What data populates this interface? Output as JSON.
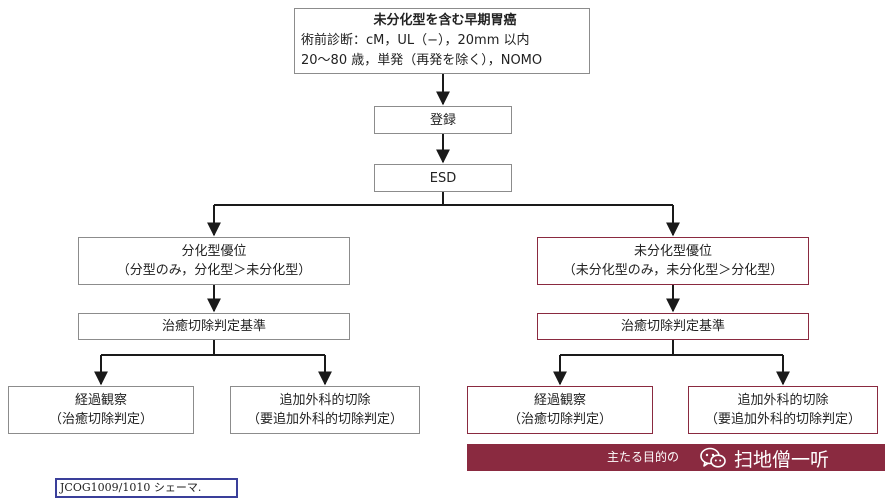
{
  "flowchart": {
    "top": {
      "title": "未分化型を含む早期胃癌",
      "line1": "術前診断：cM，UL（−），20mm 以内",
      "line2": "20〜80 歳，単発（再発を除く），NOMO"
    },
    "register": "登録",
    "esd": "ESD",
    "left_branch": {
      "title": "分化型優位",
      "subtitle": "（分型のみ，分化型＞未分化型）",
      "criteria": "治癒切除判定基準",
      "observation_title": "経過観察",
      "observation_sub": "（治癒切除判定）",
      "surgery_title": "追加外科的切除",
      "surgery_sub": "（要追加外科的切除判定）"
    },
    "right_branch": {
      "title": "未分化型優位",
      "subtitle": "（未分化型のみ，未分化型＞分化型）",
      "criteria": "治癒切除判定基準",
      "observation_title": "経過観察",
      "observation_sub": "（治癒切除判定）",
      "surgery_title": "追加外科的切除",
      "surgery_sub": "（要追加外科的切除判定）"
    }
  },
  "purpose_banner": {
    "text": "主たる目的の"
  },
  "watermark": {
    "text": "扫地僧一听",
    "icon": "wechat-icon"
  },
  "source_label": "JCOG1009/1010 シェーマ.",
  "colors": {
    "connector": "#1a1a1a",
    "box_border": "#8c8c8c",
    "undifferentiated_border": "#8a2a40",
    "banner_fill": "#8a2a40",
    "source_border": "#3a3f9a"
  }
}
